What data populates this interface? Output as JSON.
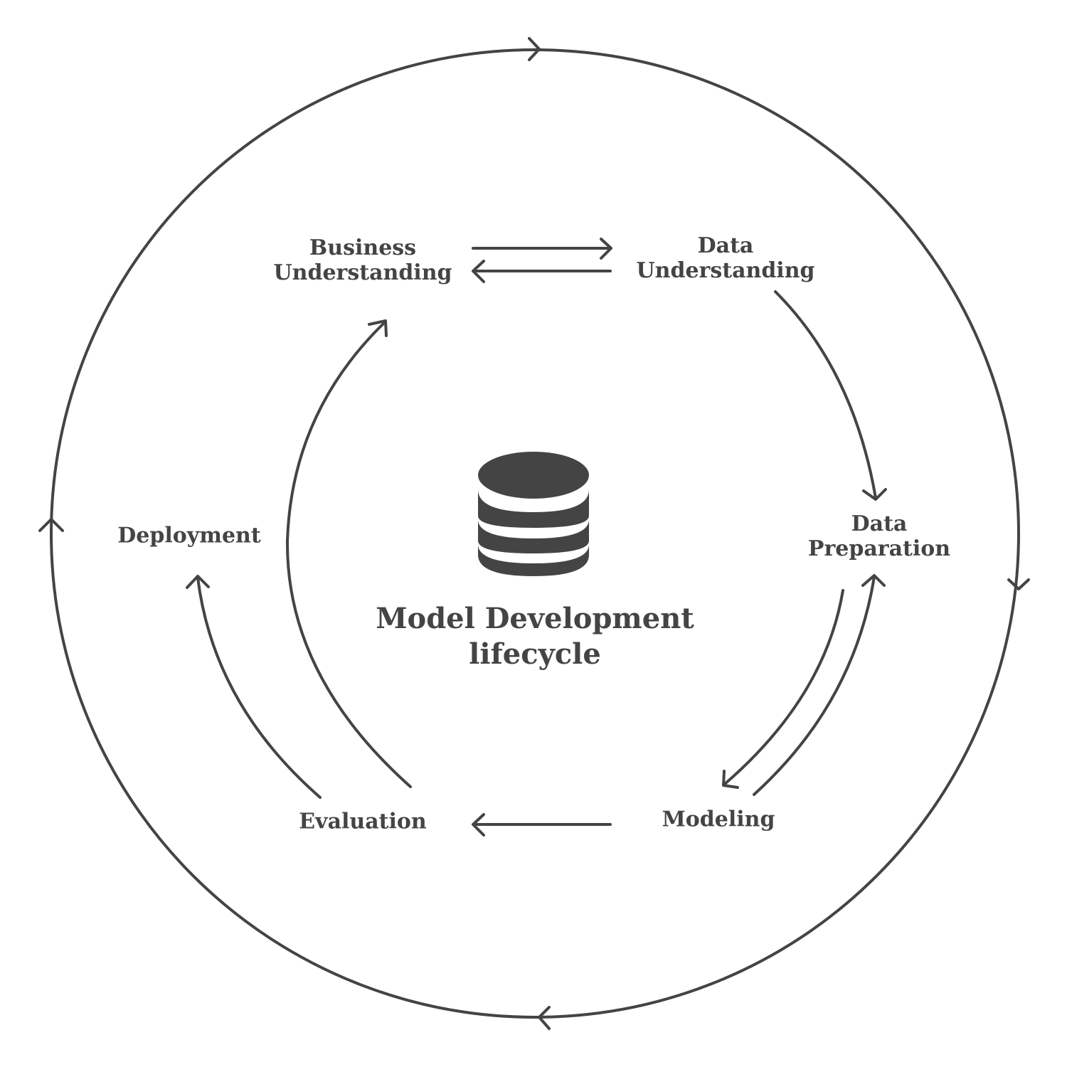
{
  "colors": {
    "stroke": "#444444",
    "background": "#ffffff",
    "icon_fill": "#444444"
  },
  "center": {
    "icon": "database-icon",
    "title_line1": "Model Development",
    "title_line2": "lifecycle"
  },
  "stages": {
    "business_understanding": {
      "line1": "Business",
      "line2": "Understanding"
    },
    "data_understanding": {
      "line1": "Data",
      "line2": "Understanding"
    },
    "data_preparation": {
      "line1": "Data",
      "line2": "Preparation"
    },
    "modeling": {
      "line1": "Modeling"
    },
    "evaluation": {
      "line1": "Evaluation"
    },
    "deployment": {
      "line1": "Deployment"
    }
  }
}
